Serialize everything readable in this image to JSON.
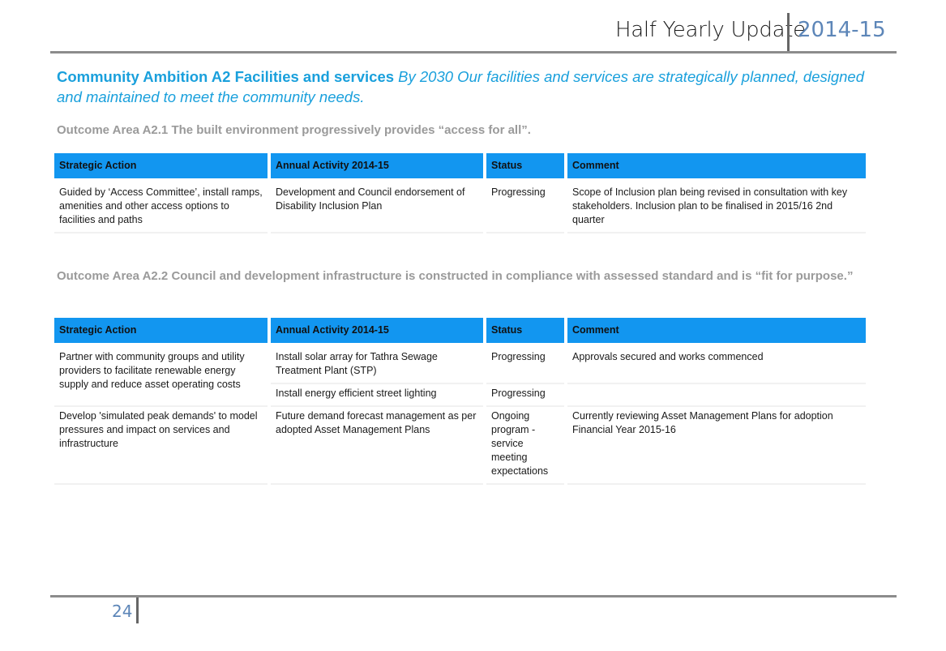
{
  "header": {
    "title": "Half Yearly Update",
    "year": "2014-15"
  },
  "ambition": {
    "heading": "Community Ambition A2 Facilities and services",
    "statement": "By 2030 Our facilities and services are strategically planned, designed and maintained to meet the community needs."
  },
  "outcome1": {
    "title": "Outcome Area A2.1 The built environment progressively provides “access for all”.",
    "columns": [
      "Strategic Action",
      "Annual Activity 2014-15",
      "Status",
      "Comment"
    ],
    "rows": [
      {
        "action": "Guided by ‘Access Committee’, install ramps, amenities and other access options to facilities and paths",
        "activity": "Development and Council endorsement of Disability Inclusion Plan",
        "status": "Progressing",
        "comment": "Scope of Inclusion plan being revised in consultation with key stakeholders. Inclusion plan to be finalised in 2015/16 2nd quarter"
      }
    ]
  },
  "outcome2": {
    "title": "Outcome Area A2.2 Council and development infrastructure is constructed in compliance with assessed standard and is “fit for purpose.”",
    "columns": [
      "Strategic Action",
      "Annual Activity 2014-15",
      "Status",
      "Comment"
    ],
    "rows": [
      {
        "action": "Partner with community groups and utility providers to facilitate renewable energy supply and reduce asset operating costs",
        "activity": "Install solar array for Tathra Sewage Treatment Plant (STP)",
        "status": "Progressing",
        "comment": "Approvals secured and works commenced"
      },
      {
        "action": "",
        "activity": "Install energy efficient street lighting",
        "status": "Progressing",
        "comment": ""
      },
      {
        "action": "Develop 'simulated peak demands' to model pressures and impact on services and infrastructure",
        "activity": "Future demand forecast management as per adopted Asset Management Plans",
        "status": "Ongoing program - service meeting expectations",
        "comment": "Currently reviewing Asset Management Plans for adoption Financial Year 2015-16"
      }
    ]
  },
  "footer": {
    "page_number": "24"
  },
  "colors": {
    "accent": "#1aa0dc",
    "table_header": "#1296f0",
    "year": "#5d86b8",
    "outcome_text": "#9a9a9a"
  }
}
